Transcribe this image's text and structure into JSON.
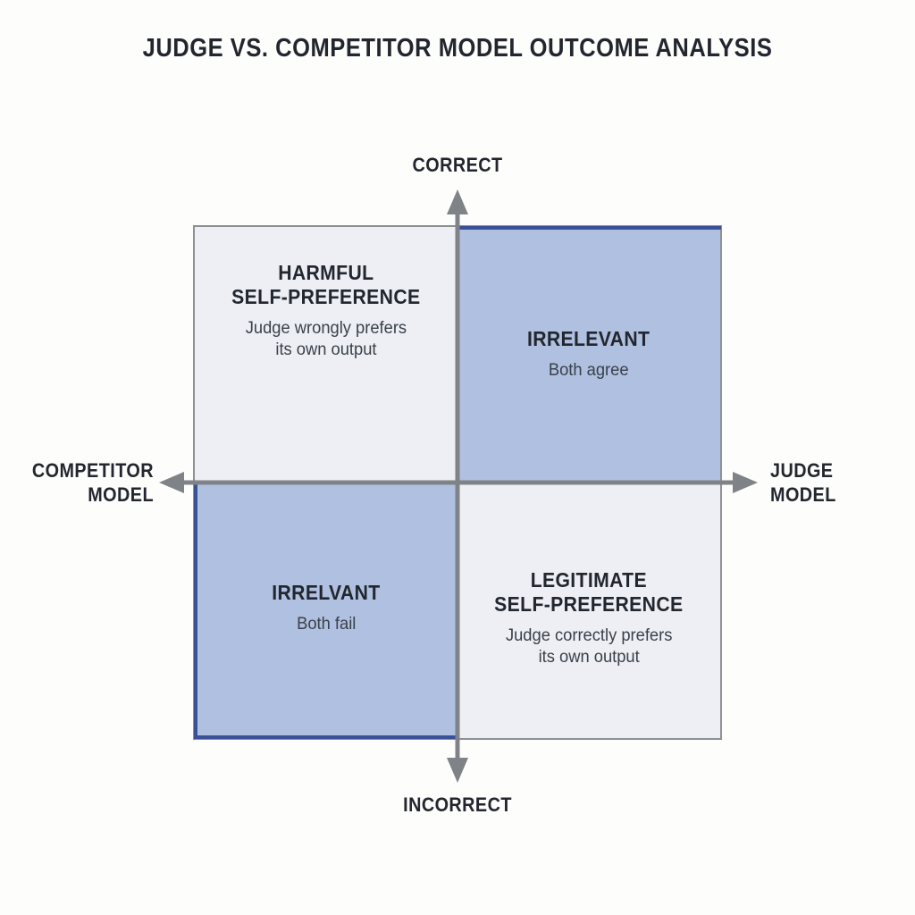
{
  "title": "JUDGE VS. COMPETITOR MODEL OUTCOME ANALYSIS",
  "axes": {
    "top": "CORRECT",
    "bottom": "INCORRECT",
    "left": "COMPETITOR\nMODEL",
    "right": "JUDGE\nMODEL"
  },
  "quadrants": {
    "top_left": {
      "title": "HARMFUL\nSELF-PREFERENCE",
      "subtitle": "Judge wrongly prefers\nits own output",
      "fill": "#edeff5"
    },
    "top_right": {
      "title": "IRRELEVANT",
      "subtitle": "Both agree",
      "fill": "#b0c0e0"
    },
    "bottom_left": {
      "title": "IRRELVANT",
      "subtitle": "Both fail",
      "fill": "#b0c0e0"
    },
    "bottom_right": {
      "title": "LEGITIMATE\nSELF-PREFERENCE",
      "subtitle": "Judge correctly prefers\nits own output",
      "fill": "#edeff5"
    }
  },
  "colors": {
    "background": "#fdfdfc",
    "blue_fill": "#b0c0e0",
    "light_fill": "#edeff5",
    "navy_accent": "#3a5196",
    "box_border": "#8d9095",
    "axis_line": "#7f8286",
    "text_dark": "#22262e",
    "text_muted": "#3a4049"
  }
}
